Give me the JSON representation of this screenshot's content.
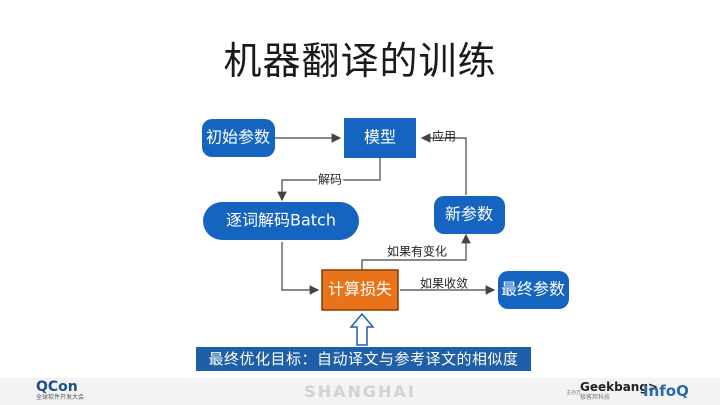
{
  "slide": {
    "title": "机器翻译的训练"
  },
  "diagram": {
    "nodes": {
      "init_params": "初始参数",
      "model": "模型",
      "decode_batch": "逐词解码Batch",
      "new_params": "新参数",
      "compute_loss": "计算损失",
      "final_params": "最终参数"
    },
    "edge_labels": {
      "apply": "应用",
      "decode": "解码",
      "if_changed": "如果有变化",
      "if_converged": "如果收敛"
    },
    "goal": "最终优化目标：自动译文与参考译文的相似度",
    "colors": {
      "node_blue": "#1565c0",
      "loss_orange": "#e8731a",
      "goal_banner": "#1f5fa8",
      "arrow": "#444444"
    }
  },
  "footer": {
    "qcon_name": "QCon",
    "qcon_sub": "全球软件开发大会",
    "city": "SHANGHAI",
    "sponsor_prefix": "主办方",
    "geekbang_name": "Geekbang>",
    "geekbang_sub": "极客邦科技",
    "infoq": "InfoQ"
  }
}
